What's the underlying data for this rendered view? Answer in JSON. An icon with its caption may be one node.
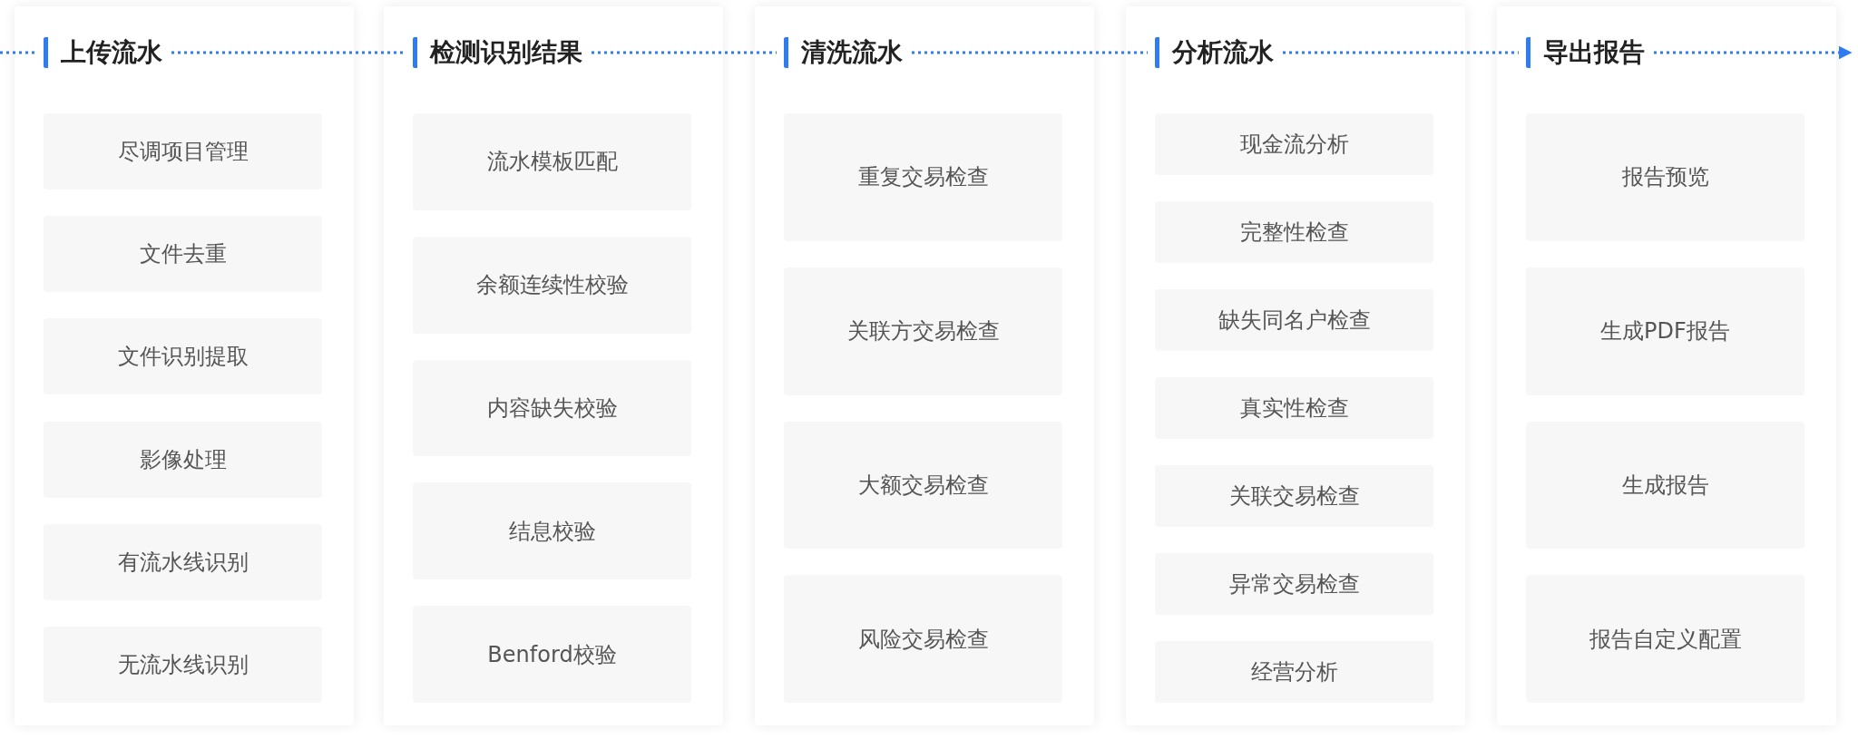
{
  "diagram": {
    "nodes": [
      {
        "text": [],
        "shape": "box"
      },
      {
        "text": [
          "上传流水"
        ],
        "in": 0
      },
      {
        "text": [
          "尽调项目管理"
        ],
        "in": 0
      },
      {
        "text": [
          "文件去重"
        ],
        "in": 0
      },
      {
        "text": [
          "文件识别提取"
        ],
        "in": 0
      },
      {
        "text": [
          "影像处理"
        ],
        "in": 0
      },
      {
        "text": [
          "有流水线识别"
        ],
        "in": 0
      },
      {
        "text": [
          "无流水线识别"
        ],
        "in": 0
      },
      {
        "text": [],
        "shape": "box"
      },
      {
        "text": [
          "检测识别结果"
        ],
        "in": 8
      },
      {
        "text": [
          "流水模板匹配"
        ],
        "in": 8
      },
      {
        "text": [
          "余额连续性校验"
        ],
        "in": 8
      },
      {
        "text": [
          "内容缺失校验"
        ],
        "in": 8
      },
      {
        "text": [
          "结息校验"
        ],
        "in": 8
      },
      {
        "text": [
          "Benford校验"
        ],
        "in": 8
      },
      {
        "text": [],
        "shape": "box"
      },
      {
        "text": [
          "清洗流水"
        ],
        "in": 15
      },
      {
        "text": [
          "重复交易检查"
        ],
        "in": 15
      },
      {
        "text": [
          "关联方交易检查"
        ],
        "in": 15
      },
      {
        "text": [
          "大额交易检查"
        ],
        "in": 15
      },
      {
        "text": [
          "风险交易检查"
        ],
        "in": 15
      },
      {
        "text": [],
        "shape": "box"
      },
      {
        "text": [
          "分析流水"
        ],
        "in": 21
      },
      {
        "text": [
          "现金流分析"
        ],
        "in": 21
      },
      {
        "text": [
          "完整性检查"
        ],
        "in": 21
      },
      {
        "text": [
          "缺失同名户检查"
        ],
        "in": 21
      },
      {
        "text": [
          "真实性检查"
        ],
        "in": 21
      },
      {
        "text": [
          "关联交易检查"
        ],
        "in": 21
      },
      {
        "text": [
          "异常交易检查"
        ],
        "in": 21
      },
      {
        "text": [
          "经营分析"
        ],
        "in": 21
      },
      {
        "text": [],
        "shape": "box"
      },
      {
        "text": [
          "导出报告"
        ],
        "in": 30
      },
      {
        "text": [
          "报告预览"
        ],
        "in": 30
      },
      {
        "text": [
          "生成PDF报告"
        ],
        "in": 30
      },
      {
        "text": [
          "生成报告"
        ],
        "in": 30
      },
      {
        "text": [
          "报告自定义配置"
        ],
        "in": 30
      }
    ],
    "edges": [
      {
        "from": null,
        "to": 1,
        "arrow": "none",
        "style": "dashed"
      },
      {
        "from": 1,
        "to": 9,
        "arrow": "none",
        "style": "dashed"
      },
      {
        "from": 9,
        "to": 16,
        "arrow": "none",
        "style": "dashed"
      },
      {
        "from": 16,
        "to": 22,
        "arrow": "none",
        "style": "dashed"
      },
      {
        "from": 22,
        "to": 31,
        "arrow": "none",
        "style": "dashed"
      },
      {
        "from": 31,
        "to": null,
        "arrow": "to",
        "style": "dashed"
      }
    ]
  }
}
